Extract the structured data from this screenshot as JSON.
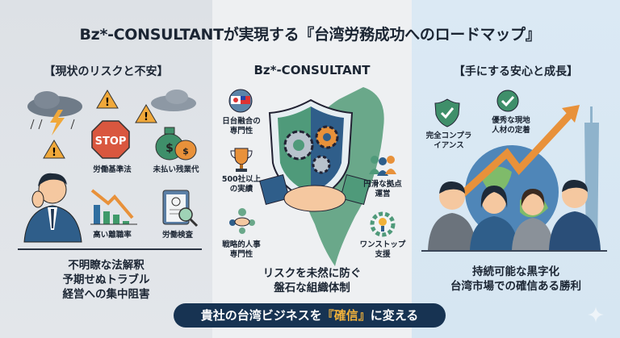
{
  "title": "Bz*-CONSULTANTが実現する『台湾労務成功へのロードマップ』",
  "left": {
    "header": "【現状のリスクと不安】",
    "icons": [
      {
        "label": "労働基準法",
        "icon": "stop-sign-icon",
        "sign_text": "STOP"
      },
      {
        "label": "未払い残業代",
        "icon": "money-bags-icon",
        "symbol": "$"
      },
      {
        "label": "高い離職率",
        "icon": "declining-chart-icon"
      },
      {
        "label": "労働検査",
        "icon": "clipboard-inspection-icon"
      }
    ],
    "summary": [
      "不明瞭な法解釈",
      "予期せぬトラブル",
      "経営への集中阻害"
    ]
  },
  "center": {
    "header": "Bz*-CONSULTANT",
    "features": [
      {
        "label": [
          "日台融合の",
          "専門性"
        ],
        "icon": "japan-taiwan-flags-icon"
      },
      {
        "label": [
          "500社以上",
          "の実績"
        ],
        "icon": "trophy-icon"
      },
      {
        "label": [
          "戦略的人事",
          "専門性"
        ],
        "icon": "team-handshake-icon"
      },
      {
        "label": [
          "円滑な拠点",
          "運営"
        ],
        "icon": "team-people-icon"
      },
      {
        "label": [
          "ワンストップ",
          "支援"
        ],
        "icon": "gear-lightbulb-icon"
      }
    ],
    "summary": [
      "リスクを未然に防ぐ",
      "盤石な組織体制"
    ]
  },
  "right": {
    "header": "【手にする安心と成長】",
    "icons": [
      {
        "label": [
          "完全コンプラ",
          "イアンス"
        ],
        "icon": "shield-check-icon"
      },
      {
        "label": [
          "優秀な現地",
          "人材の定着"
        ],
        "icon": "globe-check-icon"
      }
    ],
    "summary": [
      "持続可能な黒字化",
      "台湾市場での確信ある勝利"
    ]
  },
  "banner": {
    "before": "貴社の台湾ビジネスを",
    "highlight": "『確信』",
    "after": "に変える"
  },
  "colors": {
    "navy": "#173352",
    "gold": "#f0b13a",
    "green": "#4f9a7a",
    "orange": "#e8913a",
    "blue": "#2f5e8a"
  }
}
